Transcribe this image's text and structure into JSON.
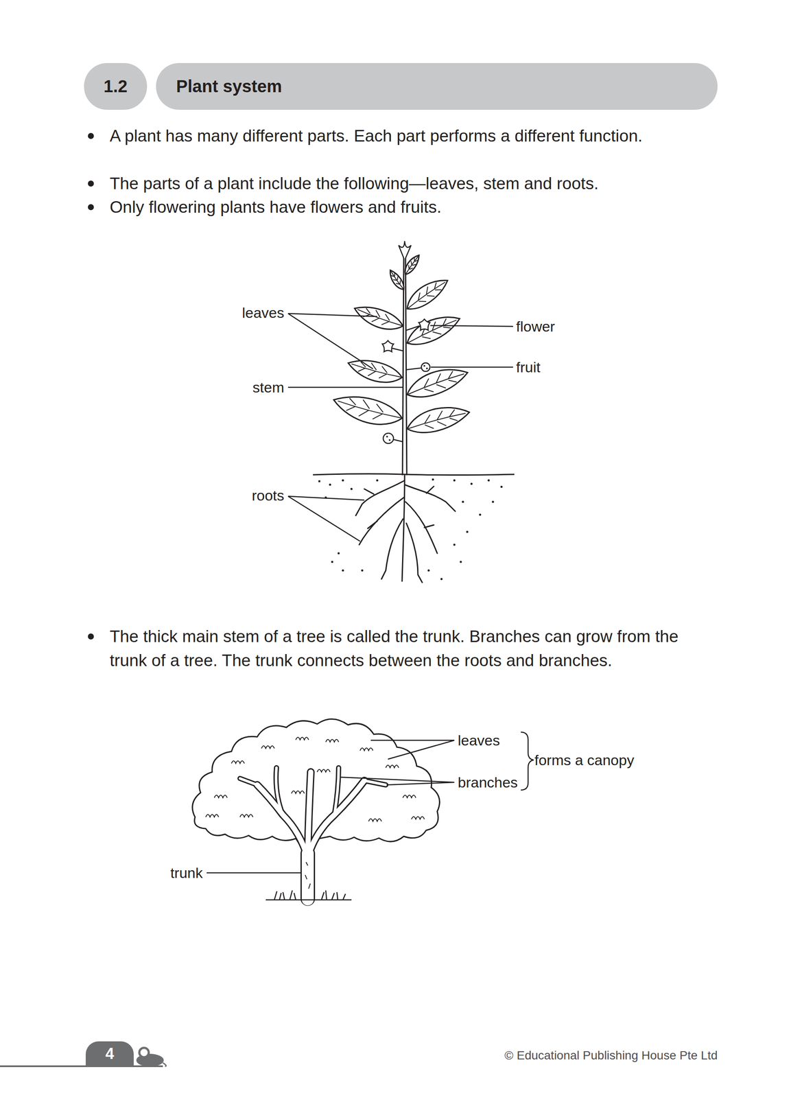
{
  "diagram": {
    "nodes": [
      {
        "text": [
          "1.2"
        ]
      },
      {
        "text": [
          "Plant system"
        ]
      },
      {
        "text": [
          "4"
        ]
      }
    ],
    "labels": [
      "A plant has many different parts. Each part performs a different function.",
      "The parts of a plant include the following—leaves, stem and roots.",
      "Only flowering plants have flowers and fruits.",
      "leaves",
      "flower",
      "fruit",
      "stem",
      "roots",
      "The thick main stem of a tree is called the trunk. Branches can grow from the trunk of a tree. The trunk connects between the roots and branches.",
      "leaves",
      "branches",
      "forms a canopy",
      "trunk",
      "© Educational Publishing House Pte Ltd"
    ]
  }
}
